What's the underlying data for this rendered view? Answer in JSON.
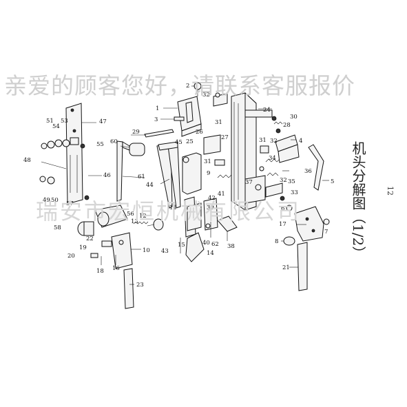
{
  "watermark_top": "亲爱的顾客您好，请联系客服报价",
  "watermark_mid": "瑞安市宏恒机械有限公司",
  "title": "机头分解图（1/2）",
  "page_number": "12",
  "callouts": [
    "1",
    "2",
    "3",
    "4",
    "5",
    "6",
    "7",
    "8",
    "9",
    "10",
    "11",
    "12",
    "13",
    "14",
    "15",
    "16",
    "17",
    "18",
    "19",
    "20",
    "21",
    "22",
    "23",
    "24",
    "25",
    "26",
    "27",
    "28",
    "29",
    "30",
    "31",
    "31",
    "31",
    "32",
    "32",
    "32",
    "33",
    "34",
    "35",
    "36",
    "37",
    "38",
    "39",
    "40",
    "41",
    "42",
    "43",
    "44",
    "45",
    "46",
    "47",
    "48",
    "49",
    "50",
    "51",
    "53",
    "54",
    "55",
    "56",
    "57",
    "58",
    "60",
    "61",
    "62"
  ]
}
